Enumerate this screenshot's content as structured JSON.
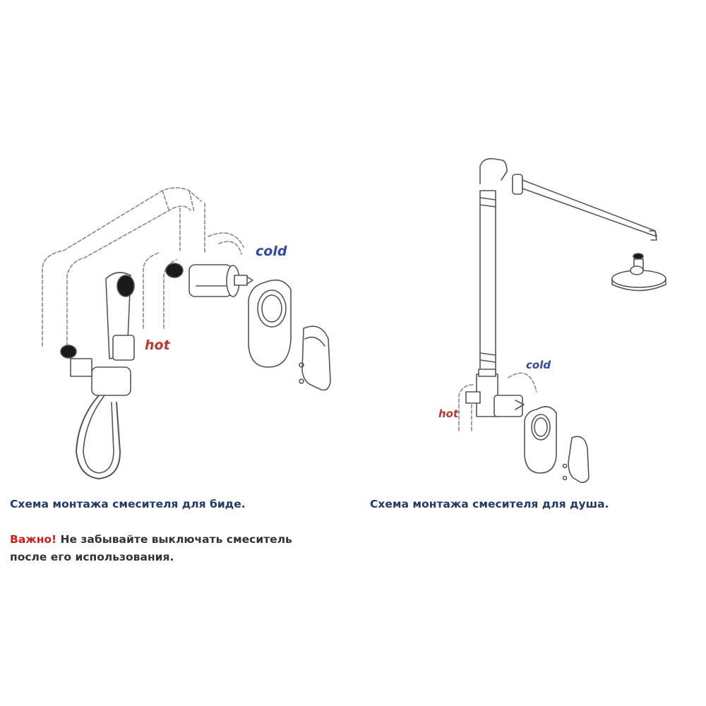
{
  "labels": {
    "bidet_cold": "cold",
    "bidet_hot": "hot",
    "shower_cold": "cold",
    "shower_hot": "hot"
  },
  "captions": {
    "bidet": "Схема монтажа смесителя для биде.",
    "shower": "Схема монтажа смесителя для душа."
  },
  "note": {
    "warning": "Важно!",
    "text_line1": " Не забывайте выключать смеситель",
    "text_line2": "после его использования."
  },
  "colors": {
    "cold": "#2f4aa0",
    "hot": "#c0392b",
    "caption": "#1f3a6b",
    "warning": "#d81b1b"
  }
}
